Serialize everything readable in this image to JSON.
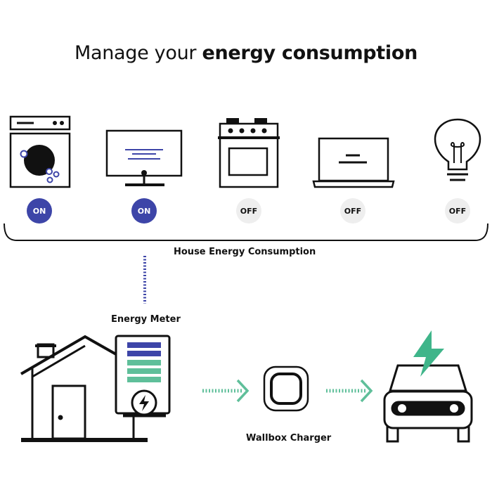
{
  "title": {
    "regular": "Manage your ",
    "bold": "energy consumption"
  },
  "appliances": [
    {
      "name": "washing-machine",
      "icon": "washing-machine-icon",
      "status": "ON"
    },
    {
      "name": "monitor",
      "icon": "monitor-icon",
      "status": "ON"
    },
    {
      "name": "oven",
      "icon": "oven-icon",
      "status": "OFF"
    },
    {
      "name": "laptop",
      "icon": "laptop-icon",
      "status": "OFF"
    },
    {
      "name": "light-bulb",
      "icon": "light-bulb-icon",
      "status": "OFF"
    }
  ],
  "labels": {
    "house_consumption": "House Energy Consumption",
    "energy_meter": "Energy Meter",
    "wallbox_charger": "Wallbox Charger"
  },
  "colors": {
    "on_badge": "#3d45a8",
    "off_badge": "#eeeeee",
    "meter_blue": "#3d45a8",
    "meter_green": "#5fbf9a",
    "arrow_green": "#5fbf9a",
    "bolt_green": "#3fb58a",
    "ink": "#111111"
  }
}
